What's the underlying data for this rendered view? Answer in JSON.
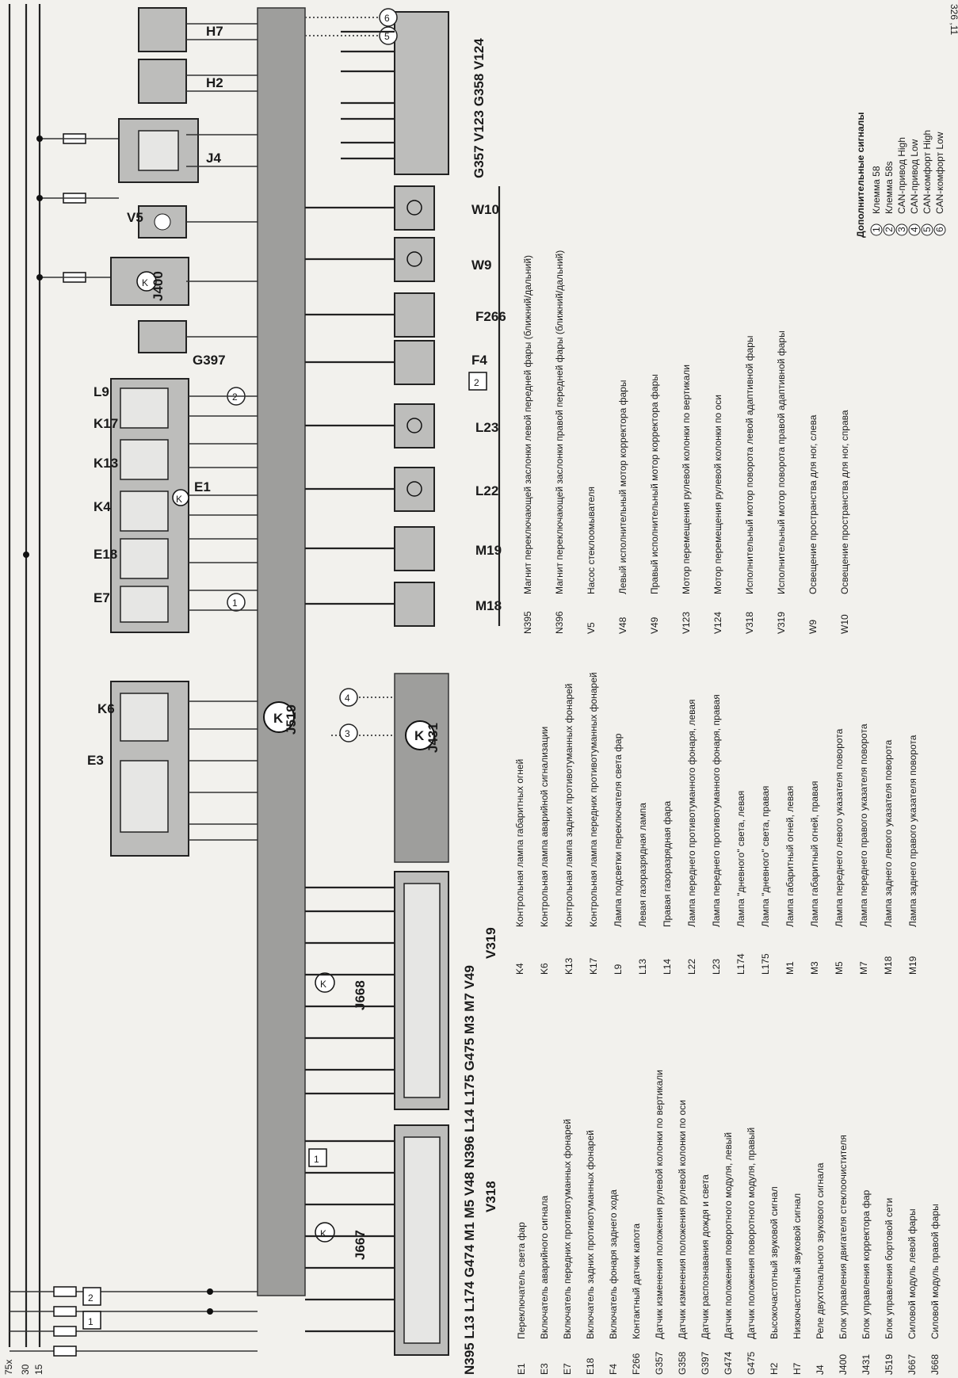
{
  "page_ref": "326 ,11",
  "rails": [
    "75x",
    "30",
    "15"
  ],
  "ecu": {
    "main": "J519",
    "left": "J431"
  },
  "symbols": {
    "connector": "K",
    "terminal_1": "1",
    "terminal_2": "2",
    "circle_1": "1",
    "circle_2": "2",
    "circle_3": "3",
    "circle_4": "4",
    "circle_5": "5",
    "circle_6": "6"
  },
  "component_labels": {
    "E3": "E3",
    "K6": "K6",
    "E7": "E7",
    "E18": "E18",
    "K4": "K4",
    "K13": "K13",
    "K17": "K17",
    "L9": "L9",
    "E1": "E1",
    "J400": "J400",
    "V5": "V5",
    "J4": "J4",
    "H2": "H2",
    "H7": "H7",
    "G397": "G397",
    "M18": "M18",
    "M19": "M19",
    "L22": "L22",
    "L23": "L23",
    "F4": "F4",
    "F266": "F266",
    "W9": "W9",
    "W10": "W10",
    "G357_row": "G357 V123 G358 V124",
    "J667": "J667",
    "J668": "J668",
    "bottom_row": "N395 L13 L174 G474  M1 M5 V48  N396 L14 L175 G475  M3 M7 V49",
    "V318": "V318",
    "V319": "V319"
  },
  "legend_col1": [
    {
      "code": "E1",
      "text": "Переключатель света фар"
    },
    {
      "code": "E3",
      "text": "Включатель аварийного сигнала"
    },
    {
      "code": "E7",
      "text": "Включатель передних противотуманных фонарей"
    },
    {
      "code": "E18",
      "text": "Включатель задних противотуманных фонарей"
    },
    {
      "code": "F4",
      "text": "Включатель фонаря заднего хода"
    },
    {
      "code": "F266",
      "text": "Контактный датчик капота"
    },
    {
      "code": "G357",
      "text": "Датчик изменения положения рулевой колонки по вертикали"
    },
    {
      "code": "G358",
      "text": "Датчик изменения положения рулевой колонки по оси"
    },
    {
      "code": "G397",
      "text": "Датчик распознавания дождя и света"
    },
    {
      "code": "G474",
      "text": "Датчик положения поворотного модуля, левый"
    },
    {
      "code": "G475",
      "text": "Датчик положения поворотного модуля, правый"
    },
    {
      "code": "H2",
      "text": "Высокочастотный звуковой сигнал"
    },
    {
      "code": "H7",
      "text": "Низкочастотный звуковой сигнал"
    },
    {
      "code": "J4",
      "text": "Реле двухтонального звукового сигнала"
    },
    {
      "code": "J400",
      "text": "Блок управления двигателя стеклоочистителя"
    },
    {
      "code": "J431",
      "text": "Блок управления корректора фар"
    },
    {
      "code": "J519",
      "text": "Блок управления бортовой сети"
    },
    {
      "code": "J667",
      "text": "Силовой модуль левой фары"
    },
    {
      "code": "J668",
      "text": "Силовой модуль правой фары"
    }
  ],
  "legend_col2": [
    {
      "code": "K4",
      "text": "Контрольная лампа габаритных огней"
    },
    {
      "code": "K6",
      "text": "Контрольная лампа аварийной сигнализации"
    },
    {
      "code": "K13",
      "text": "Контрольная лампа задних противотуманных фонарей"
    },
    {
      "code": "K17",
      "text": "Контрольная лампа передних противотуманных фонарей"
    },
    {
      "code": "L9",
      "text": "Лампа подсветки переключателя света фар"
    },
    {
      "code": "L13",
      "text": "Левая газоразрядная лампа"
    },
    {
      "code": "L14",
      "text": "Правая газоразрядная фара"
    },
    {
      "code": "L22",
      "text": "Лампа переднего противотуманного фонаря, левая"
    },
    {
      "code": "L23",
      "text": "Лампа переднего противотуманного фонаря, правая"
    },
    {
      "code": "L174",
      "text": "Лампа \"дневного\" света, левая"
    },
    {
      "code": "L175",
      "text": "Лампа \"дневного\" света, правая"
    },
    {
      "code": "M1",
      "text": "Лампа габаритный огней, левая"
    },
    {
      "code": "M3",
      "text": "Лампа габаритный огней, правая"
    },
    {
      "code": "M5",
      "text": "Лампа переднего левого указателя поворота"
    },
    {
      "code": "M7",
      "text": "Лампа переднего правого указателя поворота"
    },
    {
      "code": "M18",
      "text": "Лампа заднего левого указателя поворота"
    },
    {
      "code": "M19",
      "text": "Лампа заднего правого указателя поворота"
    }
  ],
  "legend_col3": [
    {
      "code": "N395",
      "text": "Магнит переключающей заслонки левой передней фары (ближний/дальний)"
    },
    {
      "code": "N396",
      "text": "Магнит переключающей заслонки правой передней фары (ближний/дальний)"
    },
    {
      "code": "V5",
      "text": "Насос стеклоомывателя"
    },
    {
      "code": "V48",
      "text": "Левый исполнительный мотор корректора фары"
    },
    {
      "code": "V49",
      "text": "Правый исполнительный мотор корректора фары"
    },
    {
      "code": "V123",
      "text": "Мотор перемещения рулевой колонки по вертикали"
    },
    {
      "code": "V124",
      "text": "Мотор перемещения рулевой колонки по оси"
    },
    {
      "code": "V318",
      "text": "Исполнительный мотор поворота левой адаптивной фары"
    },
    {
      "code": "V319",
      "text": "Исполнительный мотор поворота правой адаптивной фары"
    },
    {
      "code": "W9",
      "text": "Освещение пространства для ног, слева"
    },
    {
      "code": "W10",
      "text": "Освещение пространства для ног, справа"
    }
  ],
  "extra_signals": {
    "title": "Дополнительные сигналы",
    "items": [
      {
        "num": "1",
        "text": "Клемма 58"
      },
      {
        "num": "2",
        "text": "Клемма 58s"
      },
      {
        "num": "3",
        "text": "CAN-привод High"
      },
      {
        "num": "4",
        "text": "CAN-привод Low"
      },
      {
        "num": "5",
        "text": "CAN-комфорт High"
      },
      {
        "num": "6",
        "text": "CAN-комфорт Low"
      }
    ]
  }
}
